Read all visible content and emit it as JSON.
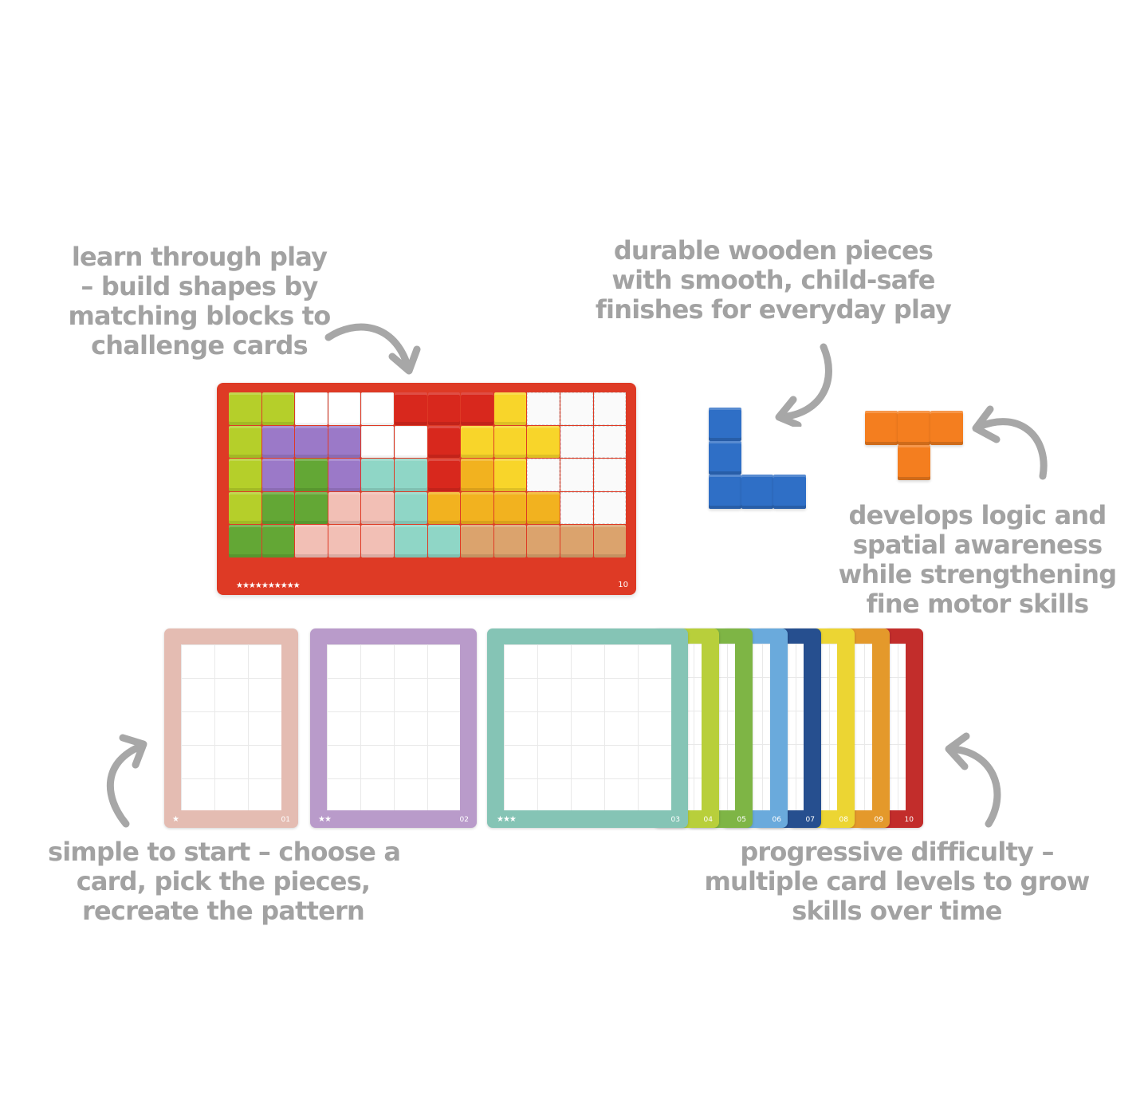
{
  "captions": {
    "learn": [
      "learn through play",
      "– build shapes by",
      "matching blocks to",
      "challenge cards"
    ],
    "durable": [
      "durable wooden pieces",
      "with smooth, child-safe",
      "finishes for everyday play"
    ],
    "develops": [
      "develops logic and",
      "spatial awareness",
      "while strengthening",
      "fine motor skills"
    ],
    "simple": [
      "simple to start – choose a",
      "card, pick the pieces,",
      "recreate the pattern"
    ],
    "progressive": [
      "progressive difficulty –",
      "multiple card levels to grow",
      "skills over time"
    ]
  },
  "board": {
    "color": "#de3a25",
    "stars": "★★★★★★★★★★",
    "number": "10",
    "grid_rows": [
      [
        "lime",
        "lime",
        "white",
        "white",
        "white",
        "red",
        "red",
        "red",
        "yellow",
        "empty",
        "empty",
        "empty"
      ],
      [
        "lime",
        "purple",
        "purple",
        "purple",
        "white",
        "white",
        "red",
        "yellow",
        "yellow",
        "yellow",
        "empty",
        "empty"
      ],
      [
        "lime",
        "purple",
        "green",
        "purple",
        "teal",
        "teal",
        "red",
        "orange",
        "yellow",
        "empty",
        "empty",
        "empty"
      ],
      [
        "lime",
        "green",
        "green",
        "pink",
        "pink",
        "teal",
        "orange",
        "orange",
        "orange",
        "orange",
        "empty",
        "empty"
      ],
      [
        "green",
        "green",
        "pink",
        "pink",
        "pink",
        "teal",
        "teal",
        "wood",
        "wood",
        "wood",
        "wood",
        "wood"
      ]
    ],
    "palette": {
      "lime": "#b5cf2a",
      "white": "#ffffff",
      "red": "#d8281d",
      "yellow": "#f8d52a",
      "purple": "#9b79c8",
      "green": "#63a735",
      "teal": "#8fd6c6",
      "orange": "#f2b21f",
      "pink": "#f2bfb5",
      "wood": "#dba36d",
      "empty": "#fafafa"
    }
  },
  "loose_pieces": [
    {
      "name": "blue-l-piece",
      "color": "#2f6fc6"
    },
    {
      "name": "orange-t-piece",
      "color": "#f47e1f"
    }
  ],
  "cards": [
    {
      "number": "01",
      "stars": "★",
      "color": "#e4bcb2"
    },
    {
      "number": "02",
      "stars": "★★",
      "color": "#b99bca"
    },
    {
      "number": "03",
      "stars": "★★★",
      "color": "#85c4b5"
    },
    {
      "number": "04",
      "stars": "",
      "color": "#b8cf3b"
    },
    {
      "number": "05",
      "stars": "",
      "color": "#7eb545"
    },
    {
      "number": "06",
      "stars": "",
      "color": "#6aaadc"
    },
    {
      "number": "07",
      "stars": "",
      "color": "#264f8f"
    },
    {
      "number": "08",
      "stars": "",
      "color": "#ecd533"
    },
    {
      "number": "09",
      "stars": "",
      "color": "#e4992b"
    },
    {
      "number": "10",
      "stars": "",
      "color": "#c22d2b"
    }
  ]
}
